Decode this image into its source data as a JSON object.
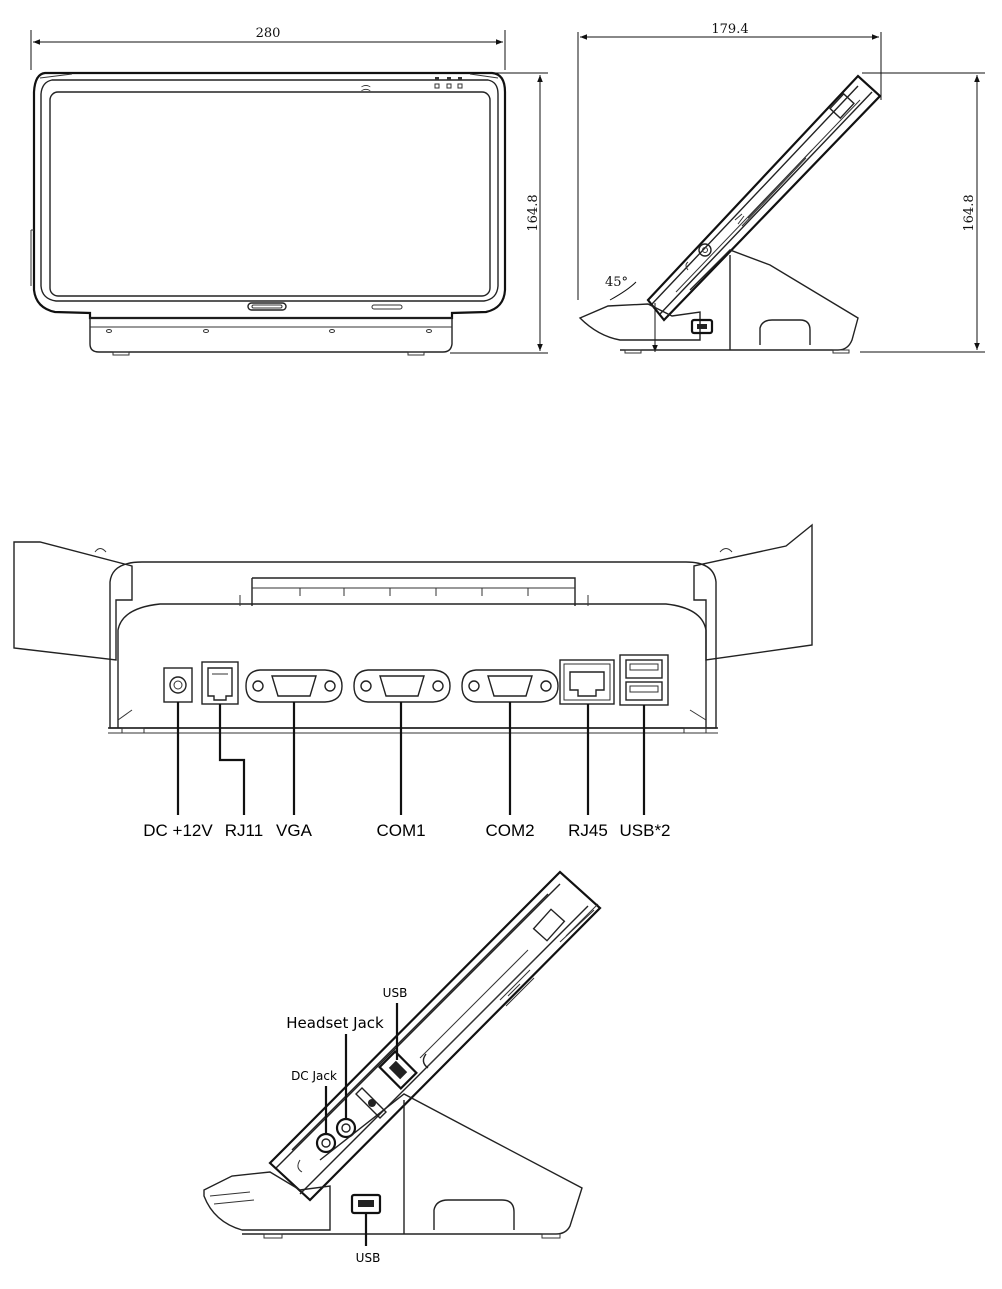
{
  "dimensions": {
    "front_width": "280",
    "front_height": "164.8",
    "side_depth": "179.4",
    "side_height": "164.8",
    "tilt_angle": "45°"
  },
  "rear_ports": [
    "DC +12V",
    "RJ11",
    "VGA",
    "COM1",
    "COM2",
    "RJ45",
    "USB*2"
  ],
  "side_ports": {
    "usb_top": "USB",
    "headset_jack": "Headset Jack",
    "dc_jack": "DC Jack",
    "usb_bottom": "USB"
  }
}
